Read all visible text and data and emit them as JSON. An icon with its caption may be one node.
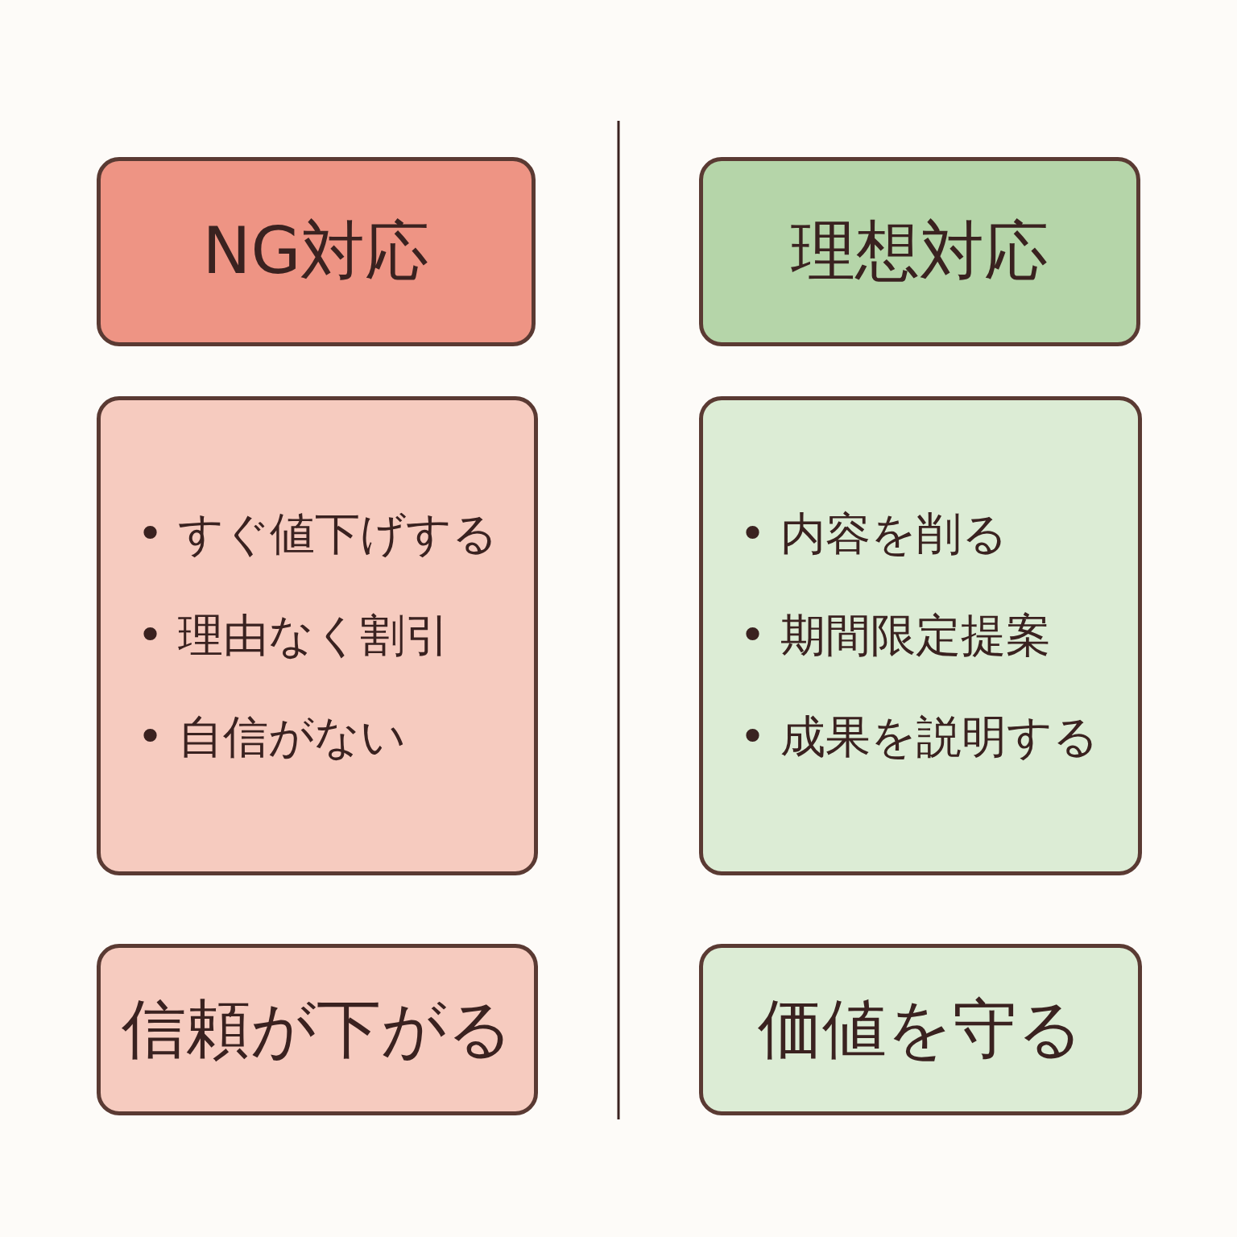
{
  "diagram": {
    "nodes": [
      {
        "text": [
          "NG対応"
        ]
      },
      {
        "text": [
          "• すぐ値下げする",
          "• 理由なく割引",
          "• 自信がない"
        ]
      },
      {
        "text": [
          "信頼が下がる"
        ]
      },
      {
        "text": [
          "理想対応"
        ]
      },
      {
        "text": [
          "• 内容を削る",
          "• 期間限定提案",
          "• 成果を説明する"
        ]
      },
      {
        "text": [
          "価値を守る"
        ]
      }
    ]
  }
}
